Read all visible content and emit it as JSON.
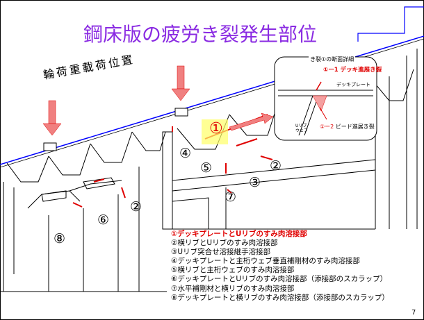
{
  "title": "鋼床版の疲労き裂発生部位",
  "load_label": "輪荷重載荷位置",
  "inset": {
    "title": "き裂①の断面詳細",
    "crack1": "①ー1 デッキ進展き裂",
    "deck_plate": "デッキプレート",
    "crack2_num": "①ー2",
    "crack2_text": "ビード進展き裂",
    "u_rib_web": "Uリブ\nウェブ"
  },
  "markers": [
    "①",
    "②",
    "③",
    "④",
    "⑤",
    "②",
    "⑥",
    "⑦",
    "⑧"
  ],
  "legend": [
    "①デッキプレートとUリブのすみ肉溶接部",
    "②横リブとUリブのすみ肉溶接部",
    "③Uリブ突合せ溶接継手溶接部",
    "④デッキプレートと主桁ウェブ垂直補剛材のすみ肉溶接部",
    "⑤横リブと主桁ウェブのすみ肉溶接部",
    "⑥デッキプレートとUリブのすみ肉溶接部（添接部のスカラップ）",
    "⑦水平補剛材と横リブのすみ肉溶接部",
    "⑧デッキプレートと横リブのすみ肉溶接部（添接部のスカラップ）"
  ],
  "page_number": "7",
  "colors": {
    "title": "#8a2be2",
    "highlight": "#e00000",
    "deck_line": "#0000ff",
    "load_arrow": "#f08080"
  }
}
